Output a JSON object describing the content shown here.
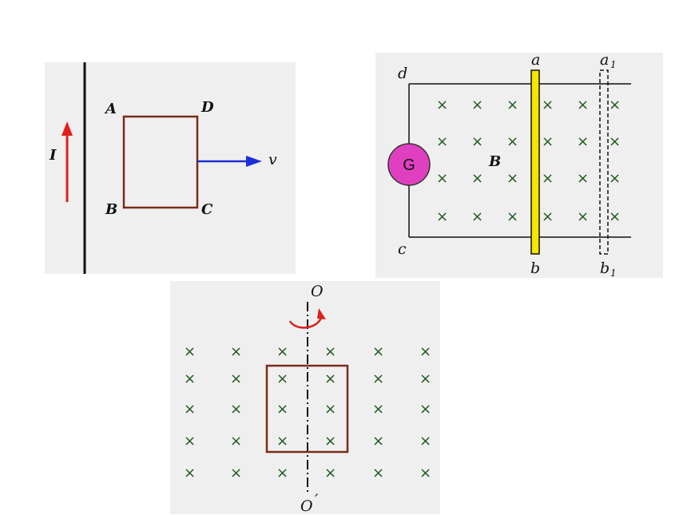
{
  "figure1": {
    "current_label": "I",
    "velocity_label": "v",
    "corner_A": "A",
    "corner_B": "B",
    "corner_C": "C",
    "corner_D": "D",
    "colors": {
      "current_arrow": "#e0201c",
      "velocity_arrow": "#1d2fd6",
      "loop": "#7a2b1a"
    }
  },
  "figure2": {
    "label_d": "d",
    "label_c": "c",
    "label_a": "a",
    "label_b": "b",
    "label_a1": "a",
    "label_b1": "b",
    "subscript_1": "1",
    "field_label": "B",
    "galvanometer_label": "G",
    "field_symbol": "×",
    "colors": {
      "galvanometer": "#e040c0",
      "rod": "#f3e600"
    }
  },
  "figure3": {
    "axis_top_label": "O",
    "axis_bottom_label": "O",
    "prime": "′",
    "field_symbol": "×",
    "colors": {
      "rotation_arrow": "#d8201c",
      "loop": "#7a2b1a"
    }
  }
}
